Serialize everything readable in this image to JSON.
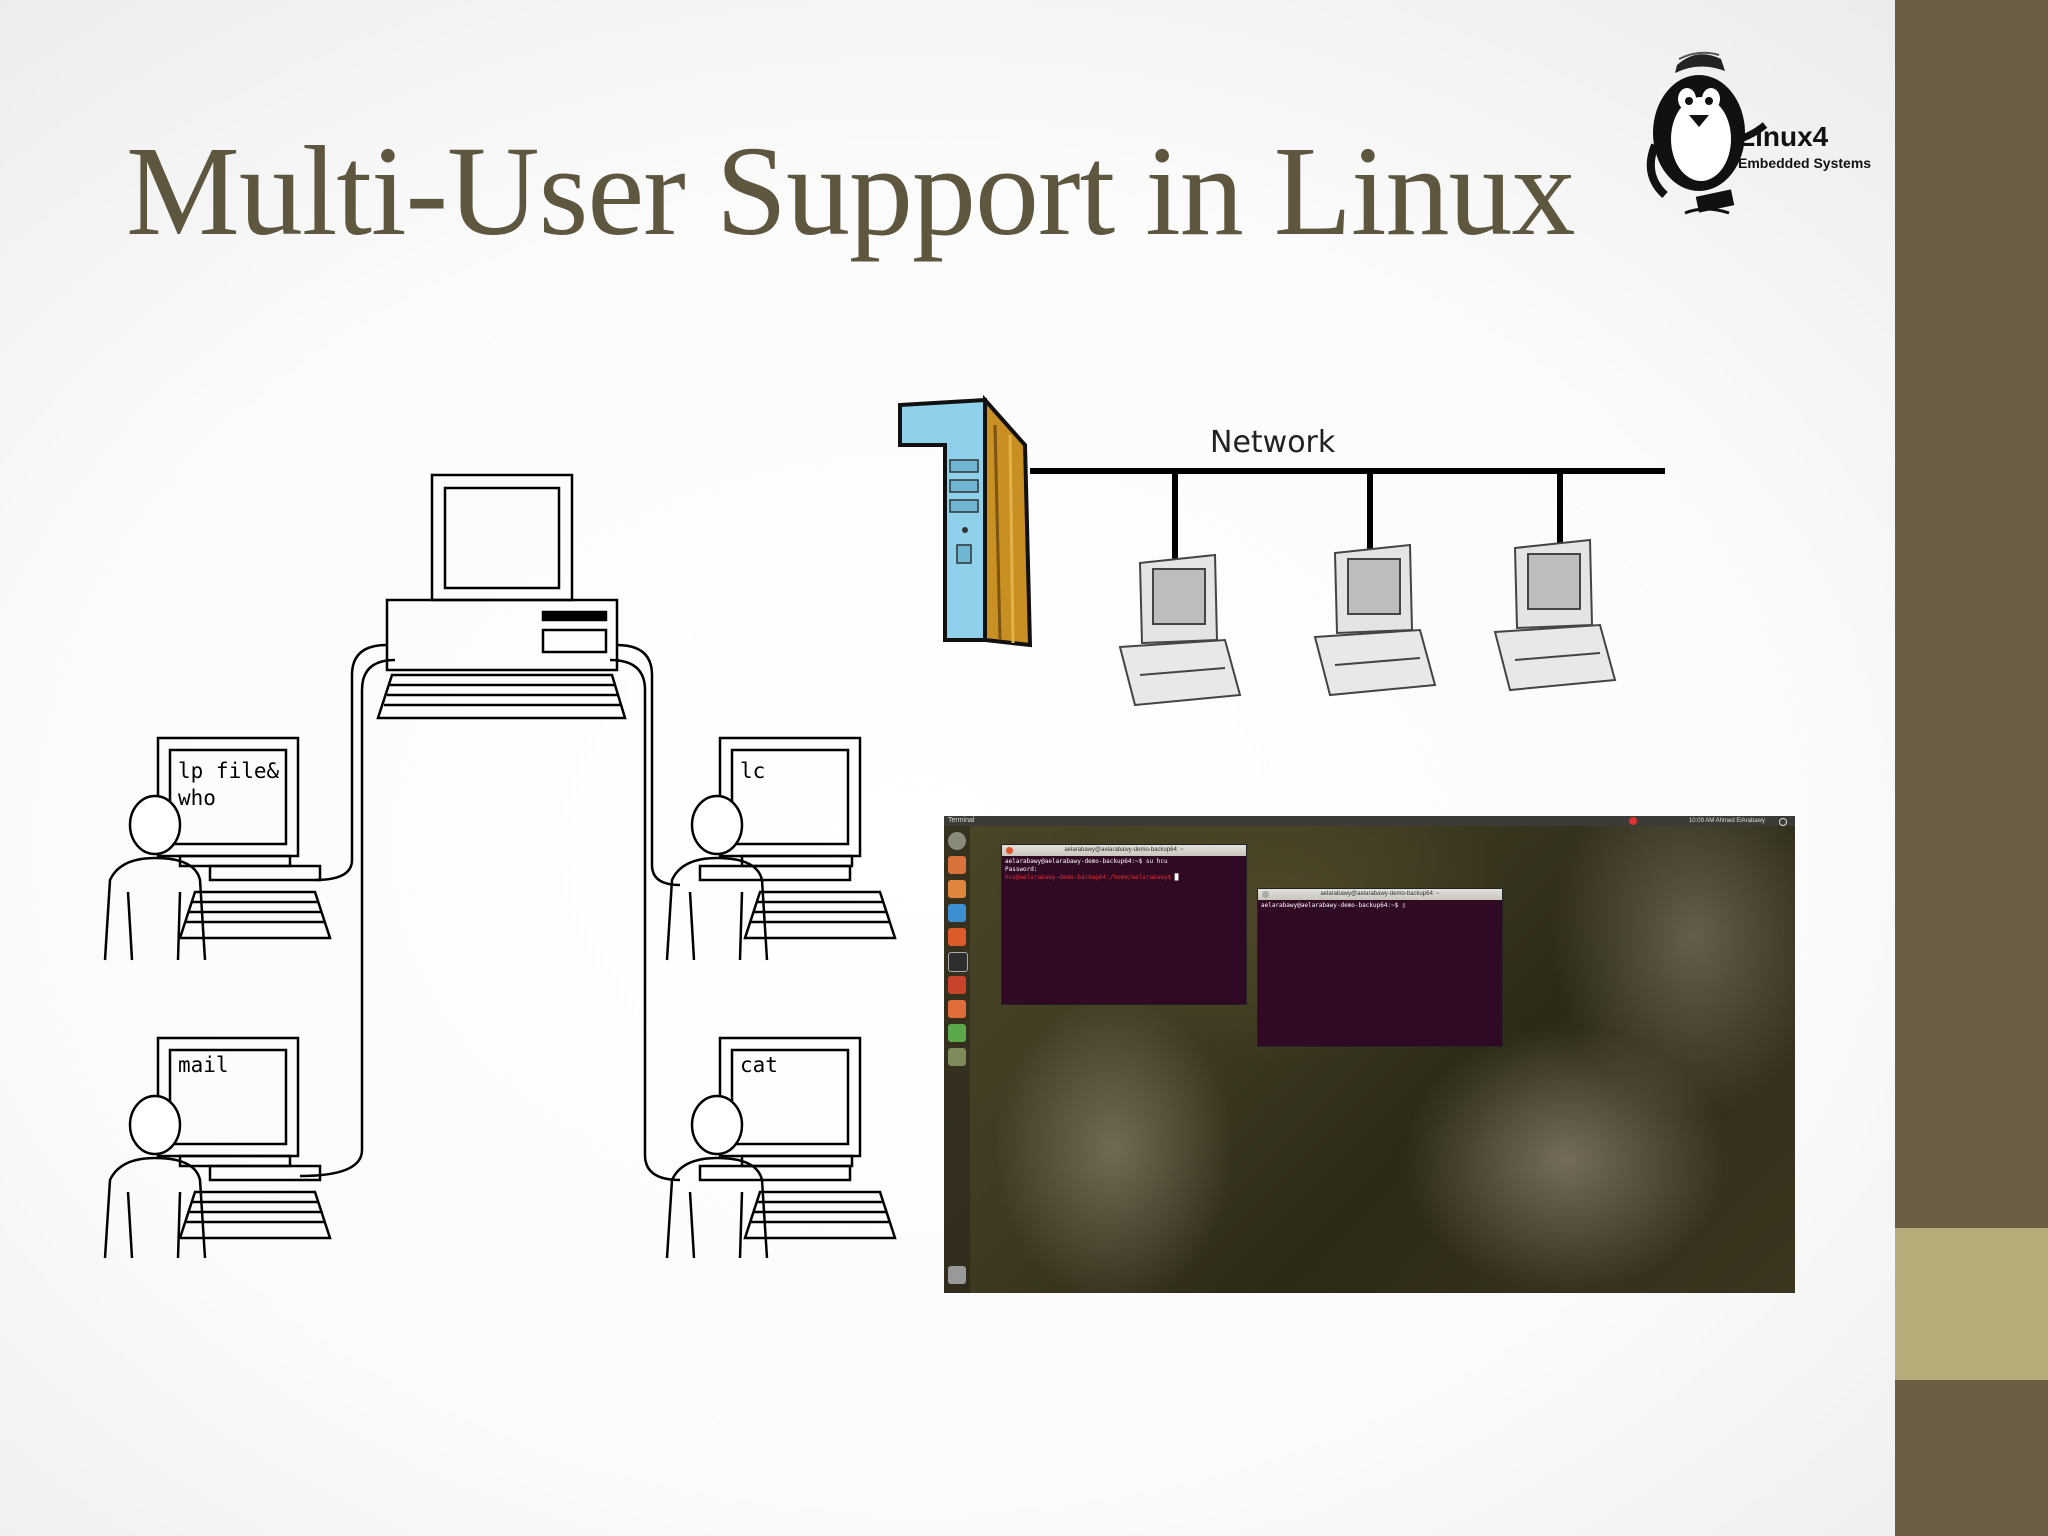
{
  "slide": {
    "title": "Multi-User Support in Linux",
    "colors": {
      "title": "#5f5640",
      "side_band": "#6b5e45",
      "side_accent": "#b7ad7a"
    }
  },
  "logo": {
    "brand": "Linux4",
    "tagline": "Embedded Systems"
  },
  "diagram": {
    "terminals": [
      {
        "id": "top-left",
        "lines": [
          "lp file&",
          "who"
        ]
      },
      {
        "id": "top-right",
        "lines": [
          "lc"
        ]
      },
      {
        "id": "bottom-left",
        "lines": [
          "mail"
        ]
      },
      {
        "id": "bottom-right",
        "lines": [
          "cat"
        ]
      }
    ]
  },
  "network": {
    "label": "Network",
    "client_count": 3
  },
  "desktop": {
    "topbar": {
      "app_name": "Terminal",
      "clock": "10:09 AM",
      "user": "Ahmed ElArabawy"
    },
    "windows": [
      {
        "title": "aelarabawy@aelarabawy-demo-backup64: ~",
        "lines": [
          "aelarabawy@aelarabawy-demo-backup64:~$ su hcu",
          "Password:"
        ],
        "prompt_line": "hcu@aelarabawy-demo-backup64:/home/aelarabawy$ "
      },
      {
        "title": "aelarabawy@aelarabawy-demo-backup64: ~",
        "lines": [
          "aelarabawy@aelarabawy-demo-backup64:~$ "
        ],
        "prompt_line": ""
      }
    ]
  }
}
